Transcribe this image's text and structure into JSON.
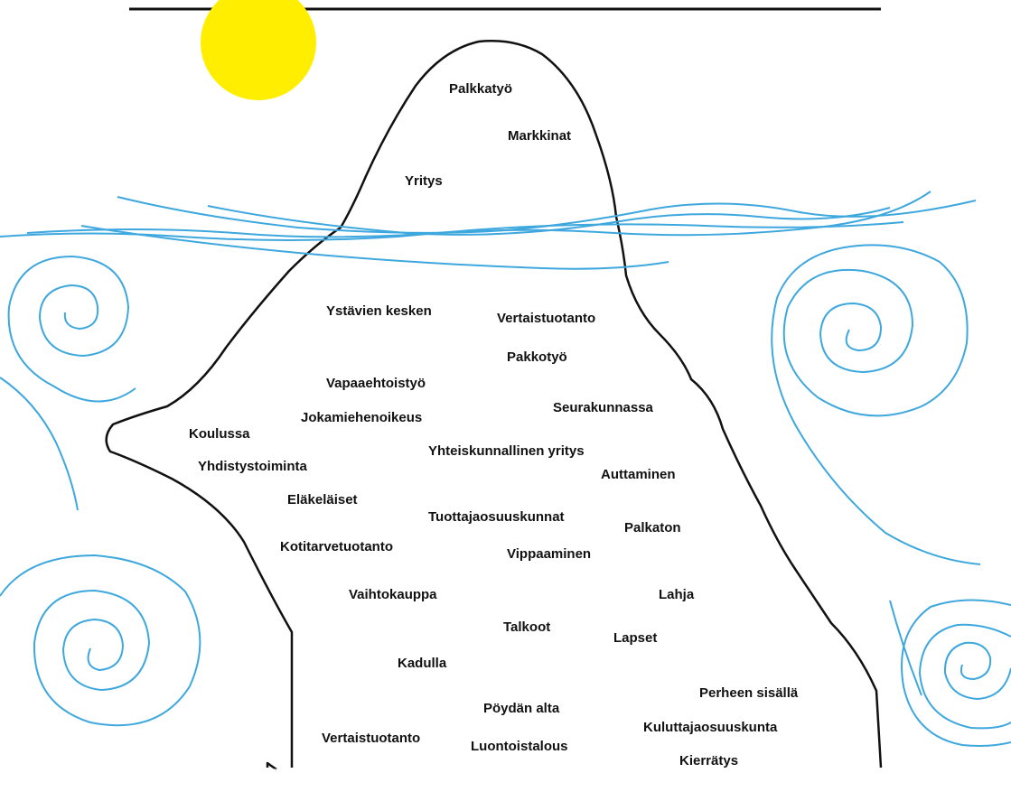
{
  "colors": {
    "sun": "#ffee00",
    "water": "#3ea8de",
    "iceberg_outline": "#111111",
    "label_text": "#111111",
    "rule_line": "#111111",
    "background": "#ffffff"
  },
  "above_water_labels": [
    "Palkkatyö",
    "Markkinat",
    "Yritys"
  ],
  "below_water_labels": [
    "Ystävien kesken",
    "Vertaistuotanto",
    "Pakkotyö",
    "Vapaaehtoistyö",
    "Seurakunnassa",
    "Jokamiehenoikeus",
    "Koulussa",
    "Yhteiskunnallinen yritys",
    "Yhdistystoiminta",
    "Auttaminen",
    "Eläkeläiset",
    "Tuottajaosuuskunnat",
    "Palkaton",
    "Kotitarvetuotanto",
    "Vippaaminen",
    "Vaihtokauppa",
    "Lahja",
    "Talkoot",
    "Lapset",
    "Kadulla",
    "Perheen sisällä",
    "Pöydän alta",
    "Kuluttajaosuuskunta",
    "Vertaistuotanto",
    "Luontoistalous",
    "Kierrätys"
  ]
}
